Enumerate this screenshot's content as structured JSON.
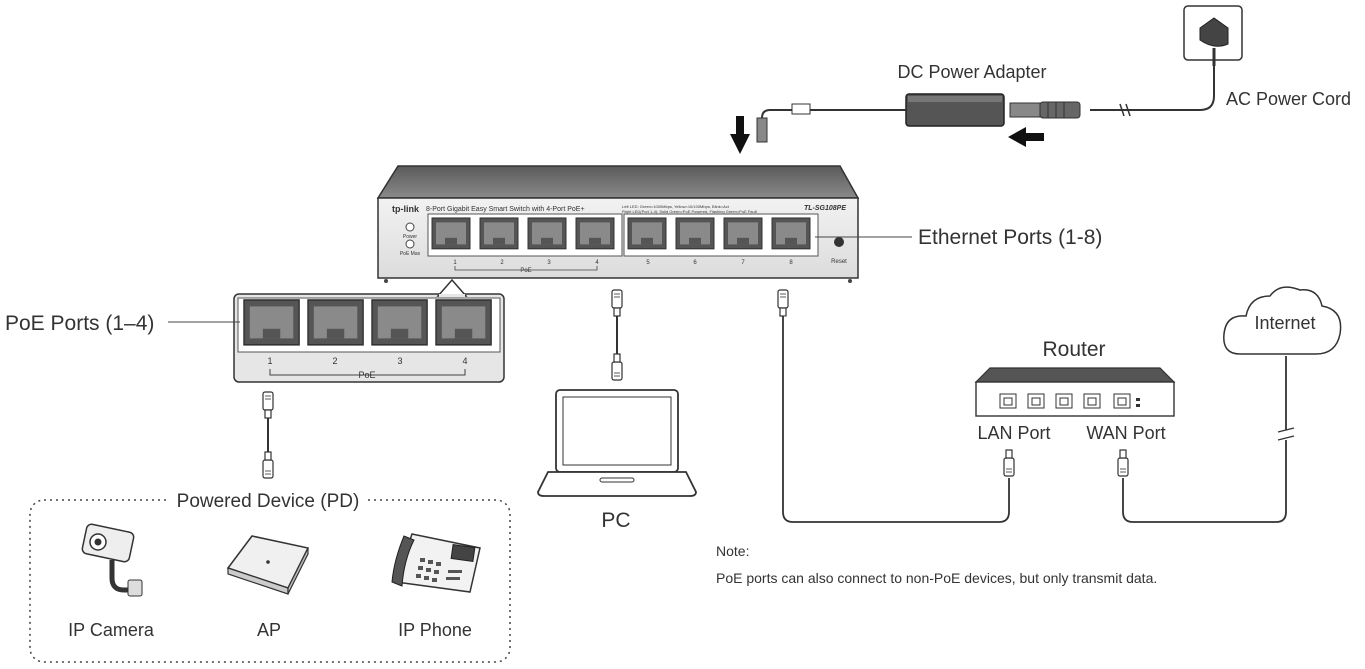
{
  "labels": {
    "dc_adapter": "DC Power Adapter",
    "ac_cord": "AC Power Cord",
    "ethernet_ports": "Ethernet Ports (1-8)",
    "poe_ports": "PoE Ports (1–4)",
    "router": "Router",
    "internet": "Internet",
    "lan_port": "LAN Port",
    "wan_port": "WAN Port",
    "pc": "PC",
    "powered_device": "Powered Device (PD)",
    "ip_camera": "IP Camera",
    "ap": "AP",
    "ip_phone": "IP Phone"
  },
  "switch": {
    "brand": "tp-link",
    "title": "8-Port Gigabit Easy Smart Switch with 4-Port PoE+",
    "model": "TL-SG108PE",
    "led_note_1": "Left LED: Green=1000Mbps, Yellow=10/100Mbps, Blink=Act",
    "led_note_2": "Right LED(Port 1-4): Solid Green=PoE Powered, Flashing Green=PoE Fault",
    "power_led": "Power",
    "poe_max_led": "PoE Max",
    "reset": "Reset",
    "ports": [
      "1",
      "2",
      "3",
      "4",
      "5",
      "6",
      "7",
      "8"
    ],
    "poe_group": "PoE"
  },
  "zoom": {
    "ports": [
      "1",
      "2",
      "3",
      "4"
    ],
    "poe_group": "PoE"
  },
  "note": {
    "title": "Note:",
    "text": "PoE ports can also connect to non-PoE devices, but only transmit data."
  }
}
